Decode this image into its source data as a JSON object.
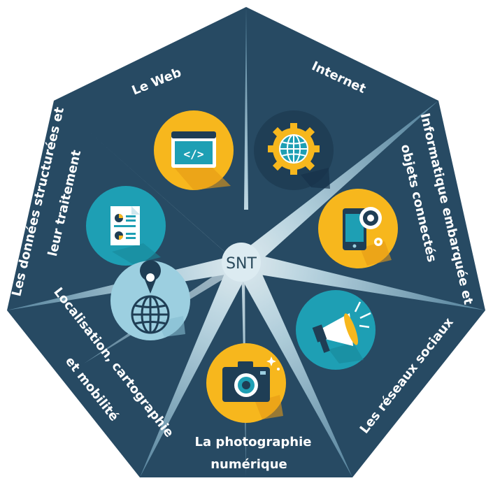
{
  "center_label": "SNT",
  "colors": {
    "background": "#ffffff",
    "heptagon": "#274a63",
    "star": "#b9d6e2",
    "yellow": "#f7b71d",
    "teal": "#1e9fb4",
    "light_blue": "#9ccfe0",
    "dark_circle": "#1f3e55",
    "white": "#ffffff"
  },
  "themes": [
    {
      "id": "web",
      "label_lines": [
        "Le Web"
      ],
      "icon": "code-window-icon"
    },
    {
      "id": "internet",
      "label_lines": [
        "Internet"
      ],
      "icon": "globe-gear-icon"
    },
    {
      "id": "embedded",
      "label_lines": [
        "Informatique embarquée et",
        "objets connectés"
      ],
      "icon": "smartphone-gears-icon"
    },
    {
      "id": "social",
      "label_lines": [
        "Les réseaux sociaux"
      ],
      "icon": "megaphone-icon"
    },
    {
      "id": "photo",
      "label_lines": [
        "La photographie",
        "numérique"
      ],
      "icon": "camera-icon"
    },
    {
      "id": "location",
      "label_lines": [
        "Localisation, cartographie",
        "et mobilité"
      ],
      "icon": "globe-pin-icon"
    },
    {
      "id": "data",
      "label_lines": [
        "Les données structurées et",
        "leur traitement"
      ],
      "icon": "document-chart-icon"
    }
  ]
}
